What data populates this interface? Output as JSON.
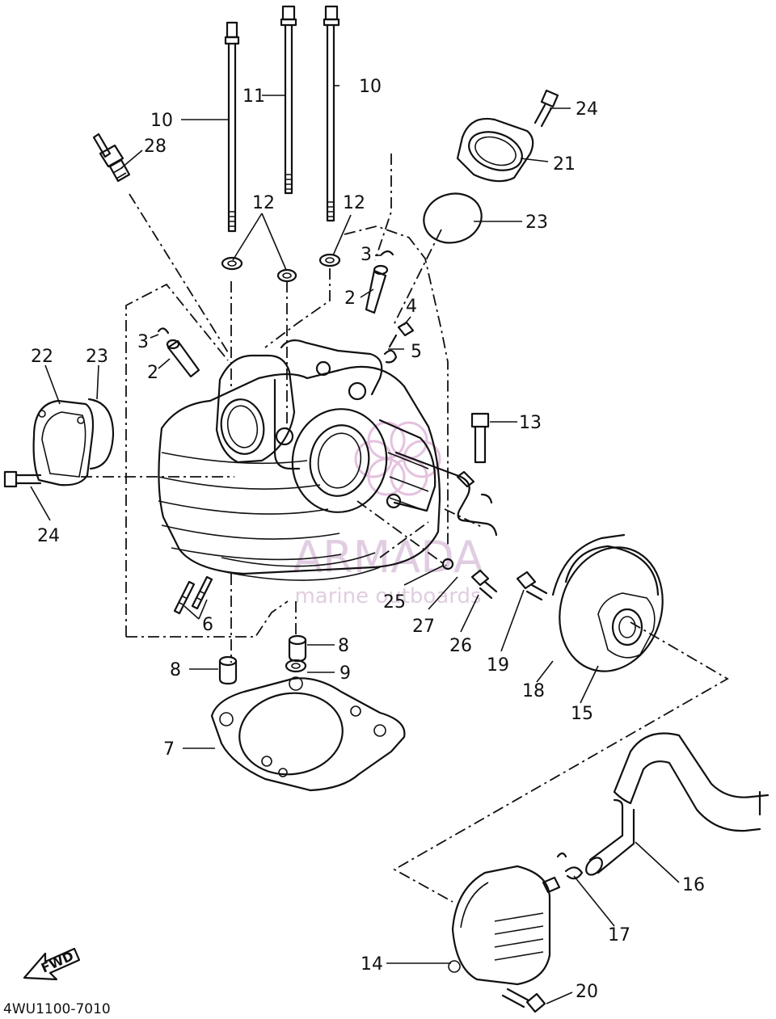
{
  "diagram": {
    "drawing_code": "4WU1100-7010",
    "fwd_label": "FWD",
    "watermark": {
      "brand": "ARMADA",
      "tagline": "marine outboards",
      "color": "#c9a6c9"
    },
    "callouts": [
      {
        "id": "c10a",
        "label": "10"
      },
      {
        "id": "c11",
        "label": "11"
      },
      {
        "id": "c10b",
        "label": "10"
      },
      {
        "id": "c28",
        "label": "28"
      },
      {
        "id": "c24a",
        "label": "24"
      },
      {
        "id": "c21",
        "label": "21"
      },
      {
        "id": "c12a",
        "label": "12"
      },
      {
        "id": "c12b",
        "label": "12"
      },
      {
        "id": "c23a",
        "label": "23"
      },
      {
        "id": "c3a",
        "label": "3"
      },
      {
        "id": "c2a",
        "label": "2"
      },
      {
        "id": "c4",
        "label": "4"
      },
      {
        "id": "c5",
        "label": "5"
      },
      {
        "id": "c3b",
        "label": "3"
      },
      {
        "id": "c2b",
        "label": "2"
      },
      {
        "id": "c22",
        "label": "22"
      },
      {
        "id": "c23b",
        "label": "23"
      },
      {
        "id": "c13",
        "label": "13"
      },
      {
        "id": "c24b",
        "label": "24"
      },
      {
        "id": "c6",
        "label": "6"
      },
      {
        "id": "c25",
        "label": "25"
      },
      {
        "id": "c27",
        "label": "27"
      },
      {
        "id": "c26",
        "label": "26"
      },
      {
        "id": "c19",
        "label": "19"
      },
      {
        "id": "c8a",
        "label": "8"
      },
      {
        "id": "c8b",
        "label": "8"
      },
      {
        "id": "c9",
        "label": "9"
      },
      {
        "id": "c18",
        "label": "18"
      },
      {
        "id": "c15",
        "label": "15"
      },
      {
        "id": "c7",
        "label": "7"
      },
      {
        "id": "c16",
        "label": "16"
      },
      {
        "id": "c17",
        "label": "17"
      },
      {
        "id": "c14",
        "label": "14"
      },
      {
        "id": "c20",
        "label": "20"
      }
    ]
  }
}
